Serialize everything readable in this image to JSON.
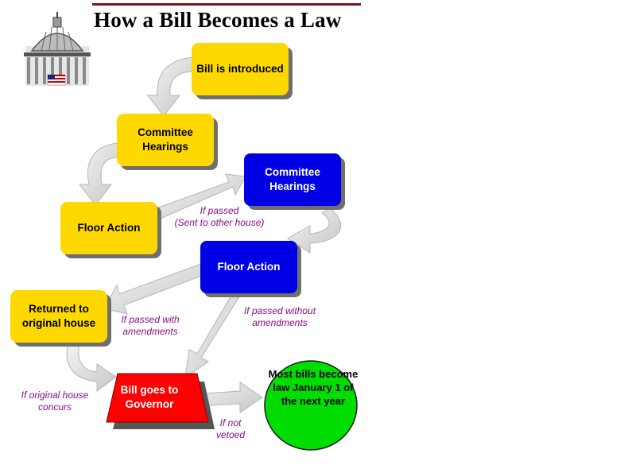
{
  "title": "How a Bill Becomes a Law",
  "steps": {
    "introduced": "Bill is introduced",
    "committee_1": "Committee Hearings",
    "floor_1": "Floor Action",
    "committee_2": "Committee Hearings",
    "floor_2": "Floor Action",
    "returned": "Returned to original house",
    "governor": "Bill goes to Governor",
    "law": "Most bills become law January 1 of the next year"
  },
  "notes": {
    "passed_line1": "If passed",
    "passed_line2": "(Sent to other house)",
    "with_amend_line1": "If passed with",
    "with_amend_line2": "amendments",
    "without_amend_line1": "If passed without",
    "without_amend_line2": "amendments",
    "concurs_line1": "If original house",
    "concurs_line2": "concurs",
    "not_vetoed_line1": "If not",
    "not_vetoed_line2": "vetoed"
  },
  "icons": {
    "logo": "capitol-dome-icon",
    "flag": "american-flag-icon"
  },
  "colors": {
    "yellow": "#ffd800",
    "blue": "#0000e6",
    "red": "#ff0000",
    "green": "#00dd00",
    "note": "#8a0c8a",
    "arrow": "#d8d8d8"
  }
}
